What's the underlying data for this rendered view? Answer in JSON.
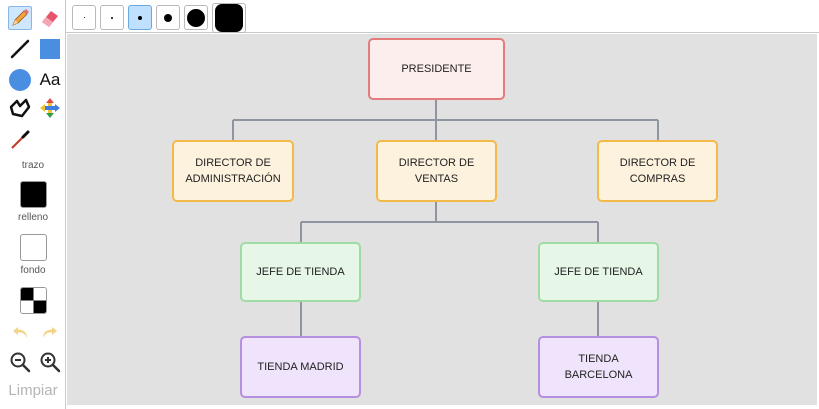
{
  "toolbar": {
    "tools": [
      {
        "name": "pencil",
        "icon": "pencil-icon",
        "active": true
      },
      {
        "name": "eraser",
        "icon": "eraser-icon",
        "active": false
      },
      {
        "name": "line",
        "icon": "line-icon",
        "active": false
      },
      {
        "name": "rectangle",
        "icon": "rectangle-icon",
        "active": false
      },
      {
        "name": "circle",
        "icon": "circle-icon",
        "active": false
      },
      {
        "name": "text",
        "label": "Aa",
        "icon": "text-icon",
        "active": false
      },
      {
        "name": "polygon",
        "icon": "polygon-icon",
        "active": false
      },
      {
        "name": "move",
        "icon": "move-icon",
        "active": false
      },
      {
        "name": "eyedropper",
        "icon": "eyedropper-icon",
        "active": false
      }
    ],
    "stroke_label": "trazo",
    "fill_label": "relleno",
    "background_label": "fondo",
    "clear_label": "Limpiar",
    "colors": {
      "stroke": "#000000",
      "fill": "#ffffff",
      "accent_blue": "#4a90e2",
      "undo_disabled": "#f2d488"
    }
  },
  "brush_sizes": {
    "selected_index": 2,
    "count": 6
  },
  "org_chart": {
    "nodes": [
      {
        "id": "presidente",
        "text": "PRESIDENTE",
        "color": "red"
      },
      {
        "id": "dir-admin",
        "text": "DIRECTOR DE\nADMINISTRACIÓN",
        "color": "orange"
      },
      {
        "id": "dir-ventas",
        "text": "DIRECTOR DE\nVENTAS",
        "color": "orange"
      },
      {
        "id": "dir-compras",
        "text": "DIRECTOR DE\nCOMPRAS",
        "color": "orange"
      },
      {
        "id": "jefe-1",
        "text": "JEFE DE TIENDA",
        "color": "green"
      },
      {
        "id": "jefe-2",
        "text": "JEFE DE TIENDA",
        "color": "green"
      },
      {
        "id": "tienda-madrid",
        "text": "TIENDA MADRID",
        "color": "purple"
      },
      {
        "id": "tienda-barcelona",
        "text": "TIENDA\nBARCELONA",
        "color": "purple"
      }
    ],
    "colors": {
      "connector": "#8e95a0",
      "canvas": "#e1e1e1"
    }
  }
}
